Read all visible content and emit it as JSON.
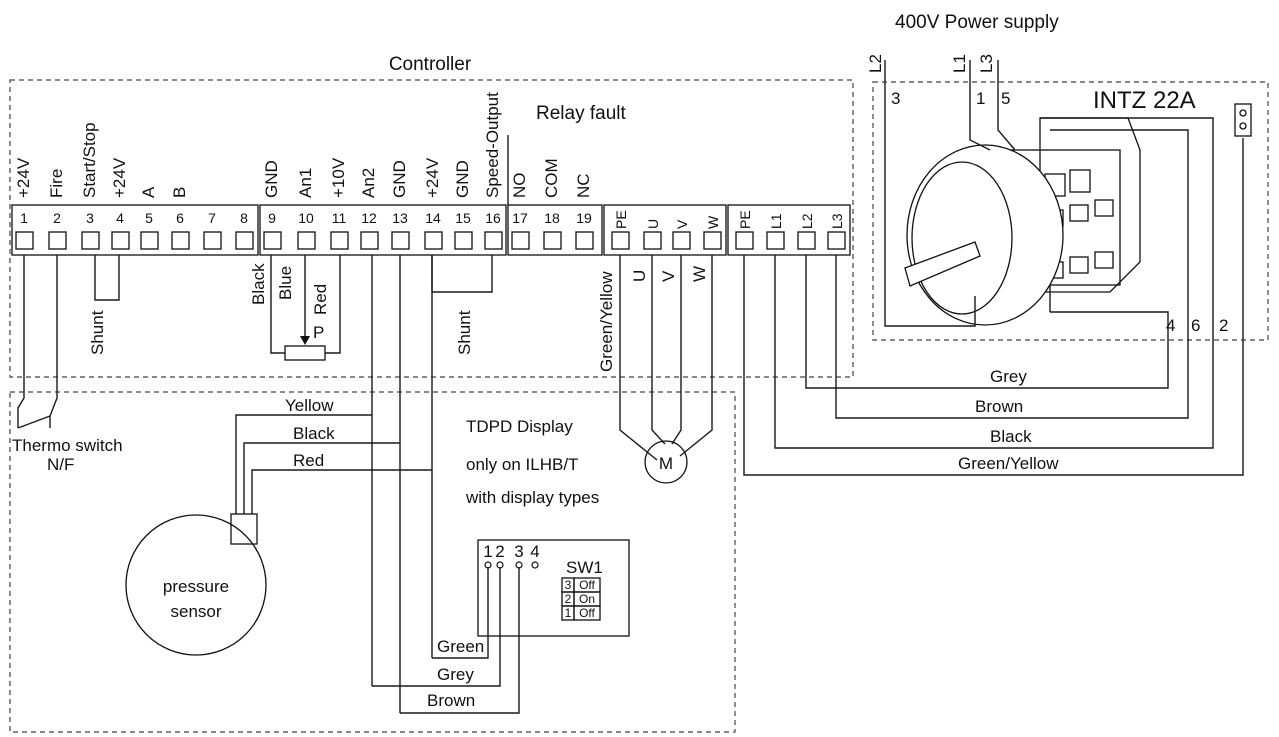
{
  "titles": {
    "controller": "Controller",
    "relay_fault": "Relay fault",
    "power_supply": "400V Power supply",
    "switch_model": "INTZ 22A",
    "display_line1": "TDPD Display",
    "display_line2": "only on ILHB/T",
    "display_line3": "with display types",
    "motor": "M",
    "sensor_line1": "pressure",
    "sensor_line2": "sensor",
    "thermo_line1": "Thermo switch",
    "thermo_line2": "N/F",
    "sw1": "SW1"
  },
  "controller_terminals": [
    "1",
    "2",
    "3",
    "4",
    "5",
    "6",
    "7",
    "8",
    "9",
    "10",
    "11",
    "12",
    "13",
    "14",
    "15",
    "16",
    "17",
    "18",
    "19"
  ],
  "controller_signals": [
    "+24V",
    "Fire",
    "Start/Stop",
    "+24V",
    "A",
    "B",
    "",
    "",
    "GND",
    "An1",
    "+10V",
    "An2",
    "GND",
    "+24V",
    "GND",
    "Speed-Output",
    "NO",
    "COM",
    "NC"
  ],
  "motor_terminals": [
    "PE",
    "U",
    "V",
    "W"
  ],
  "supply_terminals": [
    "PE",
    "L1",
    "L2",
    "L3"
  ],
  "power_lines": [
    "L2",
    "L1",
    "L3"
  ],
  "switch_numbers_top": [
    "3",
    "1",
    "5"
  ],
  "switch_numbers_bottom": [
    "4",
    "6",
    "2"
  ],
  "wire_labels": {
    "shunt": "Shunt",
    "black": "Black",
    "blue": "Blue",
    "red": "Red",
    "pot": "P",
    "green_yellow": "Green/Yellow",
    "u": "U",
    "v": "V",
    "w": "W"
  },
  "sensor_wires": [
    "Yellow",
    "Black",
    "Red"
  ],
  "supply_wires": [
    "Grey",
    "Brown",
    "Black",
    "Green/Yellow"
  ],
  "display_wires": [
    "Green",
    "Grey",
    "Brown"
  ],
  "display_pins": [
    "1",
    "2",
    "3",
    "4"
  ],
  "sw1_rows": [
    {
      "num": "3",
      "state": "Off"
    },
    {
      "num": "2",
      "state": "On"
    },
    {
      "num": "1",
      "state": "Off"
    }
  ]
}
